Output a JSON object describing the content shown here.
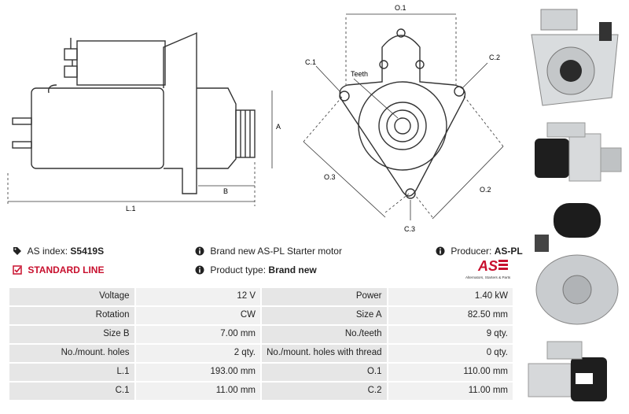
{
  "drawing_labels": {
    "a": "A",
    "b": "B",
    "l1": "L.1",
    "o1": "O.1",
    "o2": "O.2",
    "o3": "O.3",
    "c1": "C.1",
    "c2": "C.2",
    "c3": "C.3",
    "teeth": "Teeth"
  },
  "info": {
    "as_index_label": "AS index:",
    "as_index_value": "S5419S",
    "description": "Brand new AS-PL Starter motor",
    "producer_label": "Producer:",
    "producer_value": "AS-PL",
    "standard_line": "STANDARD LINE",
    "product_type_label": "Product type:",
    "product_type_value": "Brand new"
  },
  "logo": {
    "text": "AS",
    "tagline": "Alternators, Starters & Parts"
  },
  "spec_rows": [
    [
      "Voltage",
      "12 V",
      "Power",
      "1.40 kW"
    ],
    [
      "Rotation",
      "CW",
      "Size A",
      "82.50 mm"
    ],
    [
      "Size B",
      "7.00 mm",
      "No./teeth",
      "9 qty."
    ],
    [
      "No./mount. holes",
      "2 qty.",
      "No./mount. holes with thread",
      "0 qty."
    ],
    [
      "L.1",
      "193.00 mm",
      "O.1",
      "110.00 mm"
    ],
    [
      "C.1",
      "11.00 mm",
      "C.2",
      "11.00 mm"
    ]
  ],
  "colors": {
    "accent_red": "#c8102e",
    "cell_label": "#e6e6e6",
    "cell_value": "#f1f1f1"
  }
}
